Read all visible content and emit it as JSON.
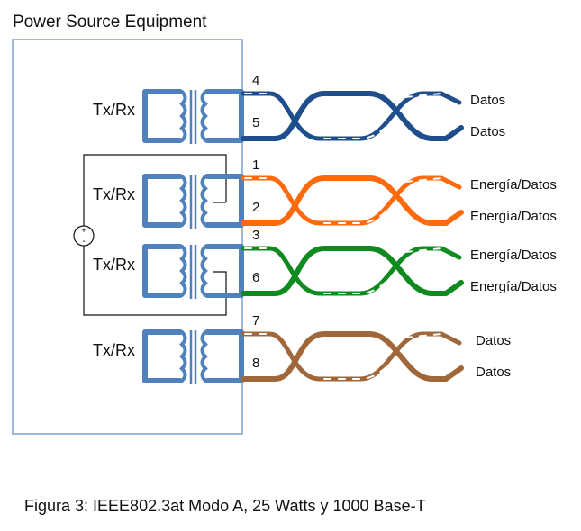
{
  "title": "Power Source Equipment",
  "caption": "Figura 3: IEEE802.3at Modo A, 25 Watts y 1000 Base-T",
  "power_source": {
    "plus": "+",
    "minus": "-",
    "icon": "dc-voltage-source-icon"
  },
  "colors": {
    "box_border": "#7f9fcf",
    "transformer": "#4f81bd",
    "circuit_line": "#111111"
  },
  "pairs": [
    {
      "txrx": "Tx/Rx",
      "pin_a": "4",
      "pin_b": "5",
      "label_a": "Datos",
      "label_b": "Datos",
      "color": "#1f4e8c",
      "powered": false
    },
    {
      "txrx": "Tx/Rx",
      "pin_a": "1",
      "pin_b": "2",
      "label_a": "Energía/Datos",
      "label_b": "Energía/Datos",
      "color": "#ff6a0d",
      "powered": true
    },
    {
      "txrx": "Tx/Rx",
      "pin_a": "3",
      "pin_b": "6",
      "label_a": "Energía/Datos",
      "label_b": "Energía/Datos",
      "color": "#0f8a1e",
      "powered": true
    },
    {
      "txrx": "Tx/Rx",
      "pin_a": "7",
      "pin_b": "8",
      "label_a": "Datos",
      "label_b": "Datos",
      "color": "#a0683a",
      "powered": false
    }
  ]
}
